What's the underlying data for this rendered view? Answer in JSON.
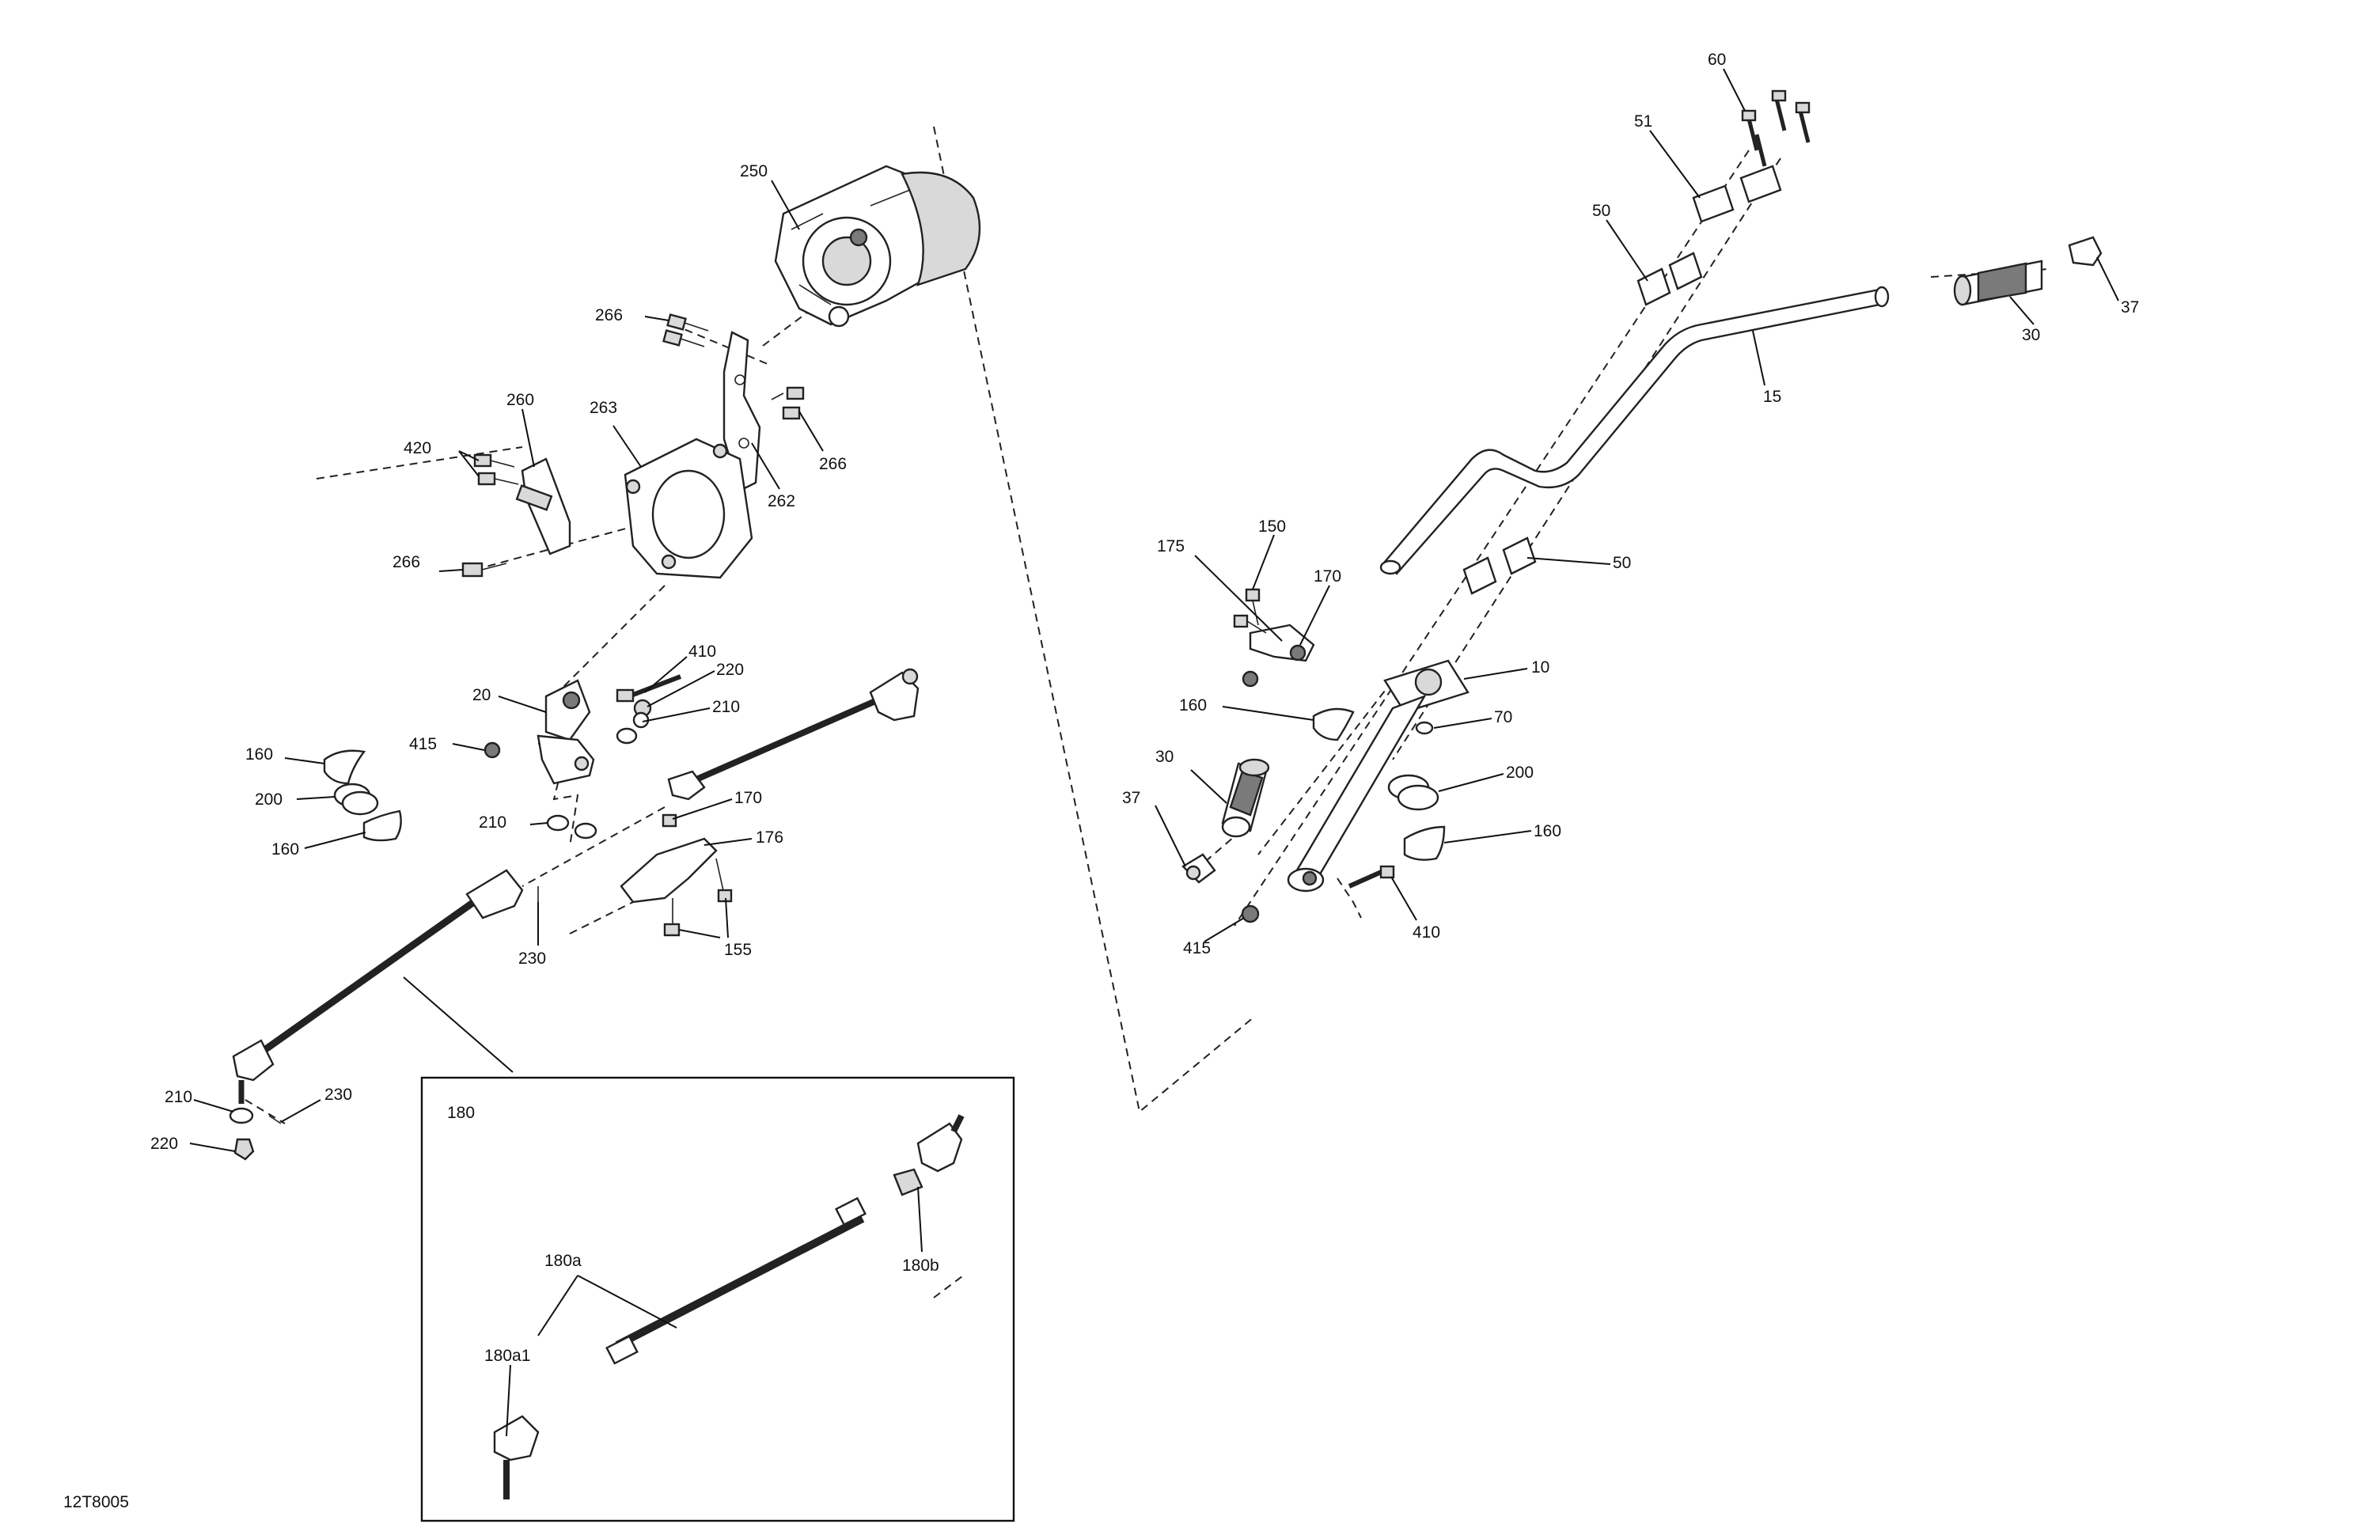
{
  "figure_code": "12T8005",
  "inset_title": "180",
  "labels": {
    "p250": "250",
    "p266a": "266",
    "p266b": "266",
    "p266c": "266",
    "p260": "260",
    "p263": "263",
    "p262": "262",
    "p420": "420",
    "p410a": "410",
    "p220a": "220",
    "p210a": "210",
    "p20": "20",
    "p415a": "415",
    "p160a": "160",
    "p200a": "200",
    "p160b": "160",
    "p210b": "210",
    "p170a": "170",
    "p176": "176",
    "p230a": "230",
    "p155": "155",
    "p210c": "210",
    "p230b": "230",
    "p220b": "220",
    "p180a": "180a",
    "p180b": "180b",
    "p180a1": "180a1",
    "p60": "60",
    "p51": "51",
    "p50a": "50",
    "p37a": "37",
    "p30a": "30",
    "p15": "15",
    "p50b": "50",
    "p175": "175",
    "p150": "150",
    "p170b": "170",
    "p10": "10",
    "p160c": "160",
    "p70": "70",
    "p30b": "30",
    "p200b": "200",
    "p37b": "37",
    "p160d": "160",
    "p410b": "410",
    "p415b": "415"
  }
}
